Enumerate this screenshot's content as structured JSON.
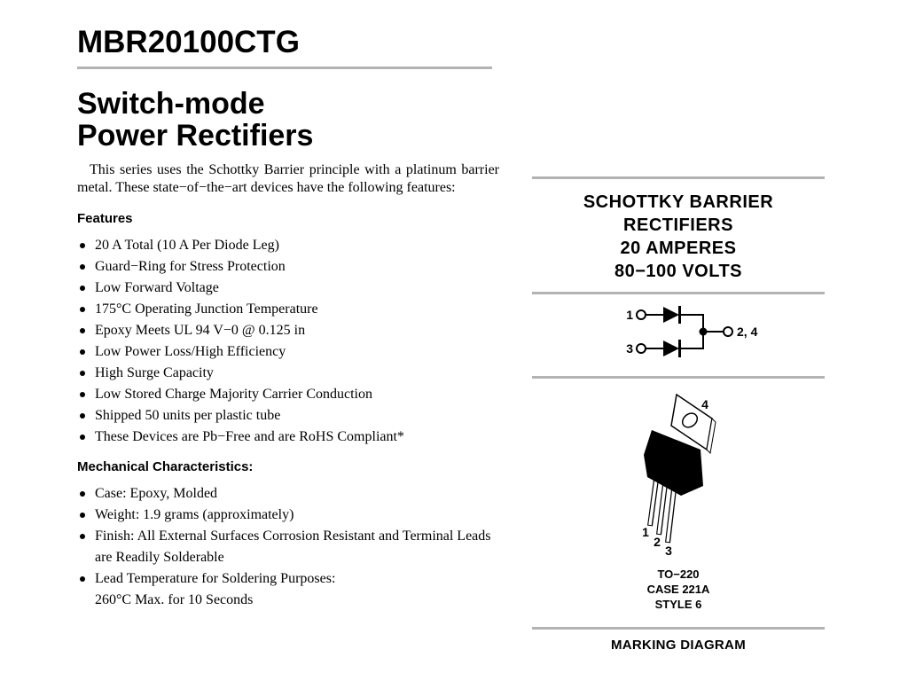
{
  "colors": {
    "rule": "#b3b3b3",
    "text": "#000000",
    "background": "#ffffff"
  },
  "left": {
    "part_number": "MBR20100CTG",
    "title_lines": [
      "Switch-mode",
      "Power Rectifiers"
    ],
    "intro": "This series uses the Schottky Barrier principle with a platinum barrier metal. These state−of−the−art devices have the following features:",
    "features_heading": "Features",
    "features": [
      "20 A Total (10 A Per Diode Leg)",
      "Guard−Ring for Stress Protection",
      "Low Forward Voltage",
      "175°C Operating Junction Temperature",
      "Epoxy Meets UL 94 V−0 @ 0.125 in",
      "Low Power Loss/High Efficiency",
      "High Surge Capacity",
      "Low Stored Charge Majority Carrier Conduction",
      "Shipped 50 units per plastic tube",
      "These Devices are Pb−Free and are RoHS Compliant*"
    ],
    "mechanical_heading": "Mechanical Characteristics:",
    "mechanical": [
      "Case: Epoxy, Molded",
      "Weight: 1.9 grams (approximately)",
      "Finish: All External Surfaces Corrosion Resistant and Terminal Leads are Readily Solderable",
      "Lead Temperature for Soldering Purposes:\n260°C Max. for 10 Seconds"
    ]
  },
  "right": {
    "header_lines": [
      "SCHOTTKY BARRIER",
      "RECTIFIERS",
      "20 AMPERES",
      "80−100 VOLTS"
    ],
    "schematic": {
      "pin1": "1",
      "pin3": "3",
      "common": "2, 4"
    },
    "package": {
      "lead1": "1",
      "lead2": "2",
      "lead3": "3",
      "tab": "4",
      "case_lines": [
        "TO−220",
        "CASE 221A",
        "STYLE 6"
      ]
    },
    "marking_heading": "MARKING DIAGRAM"
  }
}
